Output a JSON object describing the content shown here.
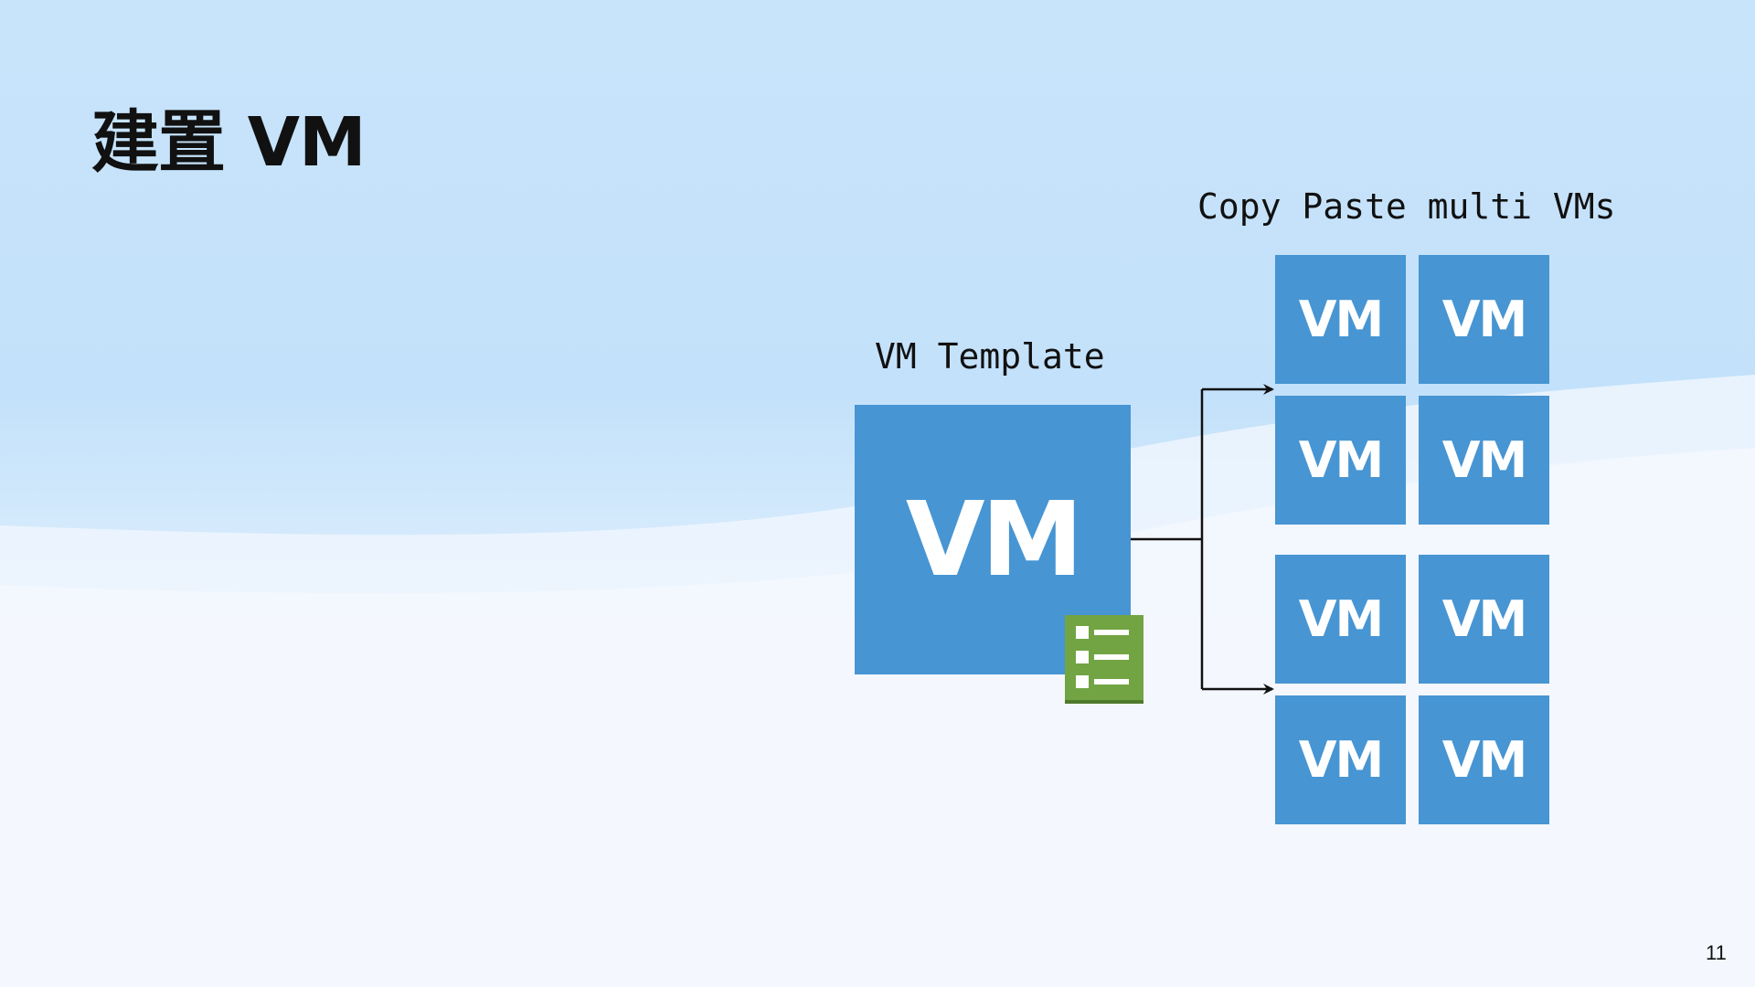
{
  "slide": {
    "title": "建置 VM",
    "page_number": "11"
  },
  "diagram": {
    "template_caption": "VM Template",
    "copies_caption": "Copy Paste multi VMs",
    "template": {
      "label": "VM",
      "badge_icon": "checklist-icon"
    },
    "copies": [
      {
        "label": "VM"
      },
      {
        "label": "VM"
      },
      {
        "label": "VM"
      },
      {
        "label": "VM"
      },
      {
        "label": "VM"
      },
      {
        "label": "VM"
      },
      {
        "label": "VM"
      },
      {
        "label": "VM"
      }
    ],
    "colors": {
      "vm_box": "#4795d3",
      "badge": "#72a443",
      "connector": "#111111"
    }
  }
}
